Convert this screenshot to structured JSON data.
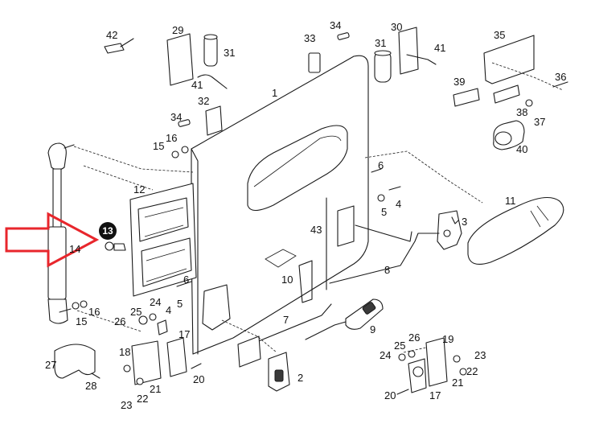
{
  "diagram": {
    "labels": {
      "p1": "1",
      "p2": "2",
      "p3": "3",
      "p4a": "4",
      "p4b": "4",
      "p5a": "5",
      "p5b": "5",
      "p6a": "6",
      "p6b": "6",
      "p7": "7",
      "p8": "8",
      "p9": "9",
      "p10": "10",
      "p11": "11",
      "p12": "12",
      "p14": "14",
      "p15a": "15",
      "p15b": "15",
      "p16a": "16",
      "p16b": "16",
      "p17a": "17",
      "p17b": "17",
      "p18": "18",
      "p19": "19",
      "p20a": "20",
      "p20b": "20",
      "p21a": "21",
      "p21b": "21",
      "p22a": "22",
      "p22b": "22",
      "p23a": "23",
      "p23b": "23",
      "p24a": "24",
      "p24b": "24",
      "p25a": "25",
      "p25b": "25",
      "p26a": "26",
      "p26b": "26",
      "p27": "27",
      "p28": "28",
      "p29": "29",
      "p30": "30",
      "p31a": "31",
      "p31b": "31",
      "p32": "32",
      "p33": "33",
      "p34a": "34",
      "p34b": "34",
      "p35": "35",
      "p36": "36",
      "p37": "37",
      "p38": "38",
      "p39": "39",
      "p40": "40",
      "p41a": "41",
      "p41b": "41",
      "p42": "42",
      "p43": "43"
    },
    "highlight": {
      "label": "13",
      "badge_color": "#111111",
      "arrow_color": "#e8262c"
    }
  }
}
